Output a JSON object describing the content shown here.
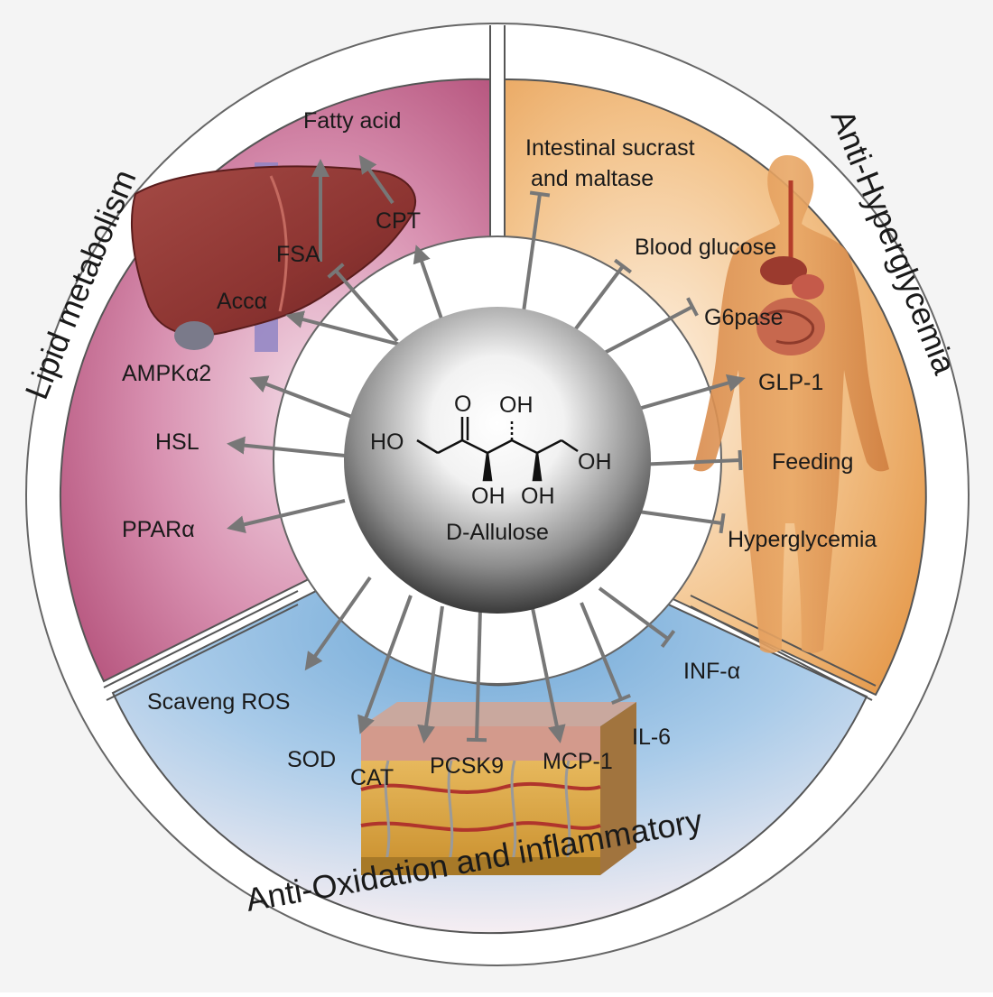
{
  "center": {
    "compound": "D-Allulose",
    "groups": {
      "ho_left": "HO",
      "o_top": "O",
      "oh_top": "OH",
      "oh_right": "OH",
      "oh_bottom_1": "OH",
      "oh_bottom_2": "OH"
    }
  },
  "sections": {
    "lipid": {
      "title": "Lipid metabolism",
      "labels": {
        "fatty_acid": "Fatty acid",
        "fsa": "FSA",
        "cpt": "CPT",
        "acc": "Accα",
        "ampk": "AMPKα2",
        "hsl": "HSL",
        "ppar": "PPARα"
      }
    },
    "glycemia": {
      "title": "Anti-Hyperglycemia",
      "labels": {
        "intestinal_1": "Intestinal sucrast",
        "intestinal_2": "and maltase",
        "blood_glucose": "Blood glucose",
        "g6pase": "G6pase",
        "glp1": "GLP-1",
        "feeding": "Feeding",
        "hyperglycemia": "Hyperglycemia"
      }
    },
    "oxidation": {
      "title": "Anti-Oxidation and inflammatory",
      "labels": {
        "scaveng_ros": "Scaveng ROS",
        "sod": "SOD",
        "cat": "CAT",
        "pcsk9": "PCSK9",
        "mcp1": "MCP-1",
        "il6": "IL-6",
        "inf": "INF-α"
      }
    }
  },
  "colors": {
    "lipid": "#b5537c",
    "glycemia": "#e8a45a",
    "oxidation": "#7fb0d8",
    "arrow": "#777777",
    "sphere": "#555555"
  }
}
